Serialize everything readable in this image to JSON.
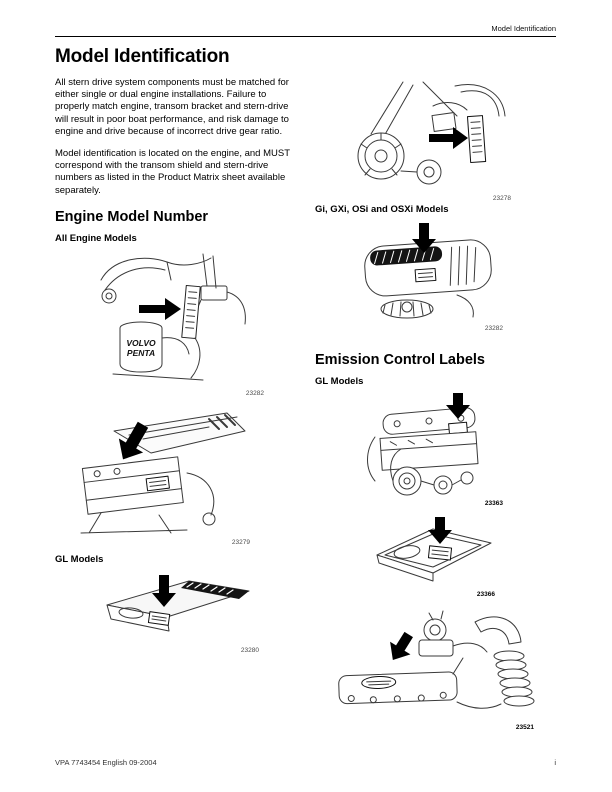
{
  "header": {
    "title": "Model Identification"
  },
  "intro": {
    "title": "Model Identification",
    "para1": "All stern drive system components must be matched for either single or dual engine installations. Failure to properly match engine, transom bracket and stern-drive will result in poor boat performance, and risk damage to engine and drive because of incorrect drive gear ratio.",
    "para2": "Model identification is located on the engine, and MUST correspond with the transom shield and stern-drive numbers as listed in the Product Matrix sheet available separately."
  },
  "engine_model_number": {
    "title": "Engine Model Number",
    "sub_all_models": "All Engine Models",
    "sub_gl_models": "GL Models",
    "brand": {
      "line1": "VOLVO",
      "line2": "PENTA"
    },
    "fig_engine_rear_num": "23282",
    "fig_engine_side_num": "23279",
    "fig_gl_cover_num": "23280"
  },
  "right_top": {
    "fig_belt_num": "23278",
    "sub_gi_models": "Gi, GXi, OSi and OSXi Models",
    "fig_gi_cover_num": "23282"
  },
  "emission": {
    "title": "Emission Control Labels",
    "sub_gl_models": "GL Models",
    "fig_engine_num": "23363",
    "fig_cover_num": "23366",
    "fig_transom_num": "23521"
  },
  "footer": {
    "left": "VPA 7743454 English 09-2004",
    "right": "i"
  }
}
